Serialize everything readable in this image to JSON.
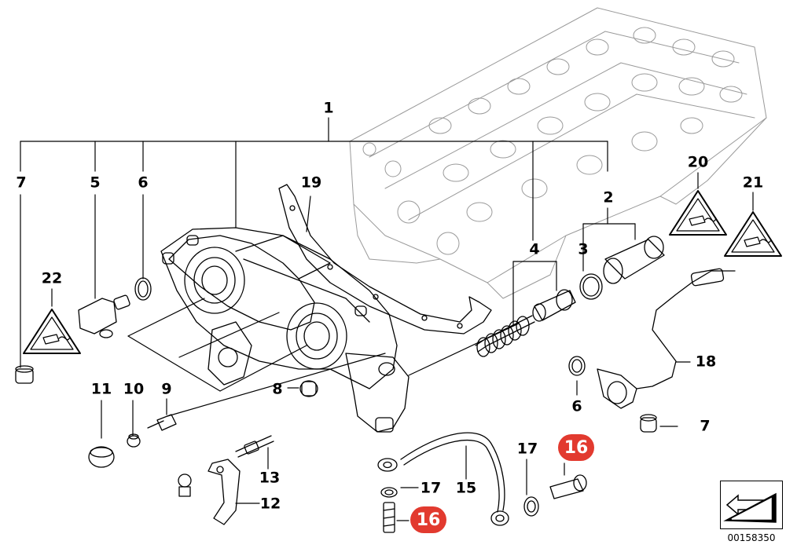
{
  "callouts": {
    "c1": "1",
    "c2": "2",
    "c3": "3",
    "c4": "4",
    "c5": "5",
    "c6a": "6",
    "c6b": "6",
    "c7a": "7",
    "c7b": "7",
    "c8": "8",
    "c9": "9",
    "c10": "10",
    "c11": "11",
    "c12": "12",
    "c13": "13",
    "c15": "15",
    "c17a": "17",
    "c17b": "17",
    "c18": "18",
    "c19": "19",
    "c20": "20",
    "c21": "21",
    "c22": "22"
  },
  "badges": {
    "b16a": "16",
    "b16b": "16"
  },
  "diagram_id": "00158350",
  "colors": {
    "line": "#000000",
    "badge": "#e23a2f",
    "background": "#ffffff"
  },
  "icons": [
    "warning-triangle-icon",
    "navigation-arrow-icon"
  ]
}
